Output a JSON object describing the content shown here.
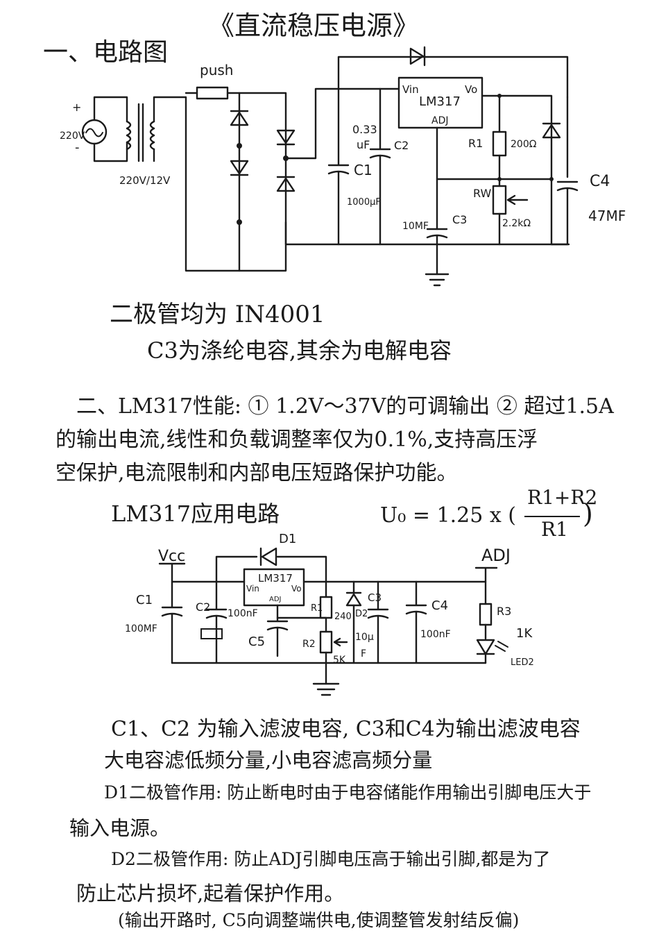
{
  "title": "《直流稳压电源》",
  "section1_heading": "一、电路图",
  "diagram1": {
    "push": "push",
    "plus": "+",
    "minus": "-",
    "source": "220V",
    "transformer": "220V/12V",
    "c2_value_a": "0.33",
    "c2_value_b": "uF",
    "c2": "C2",
    "c1": "C1",
    "c1_value": "1000μF",
    "vin": "Vin",
    "chip": "LM317",
    "vo": "Vo",
    "adj": "ADJ",
    "r1": "R1",
    "r1_value": "200Ω",
    "rw": "RW",
    "rw_value": "2.2kΩ",
    "c3_value": "10MF",
    "c3": "C3",
    "c4": "C4",
    "c4_value": "47MF"
  },
  "note1": "二极管均为 IN4001",
  "note2": "C3为涤纶电容,其余为电解电容",
  "section2_line1": "二、LM317性能: ① 1.2V～37V的可调输出 ② 超过1.5A",
  "section2_line2": "的输出电流,线性和负载调整率仅为0.1%,支持高压浮",
  "section2_line3": "空保护,电流限制和内部电压短路保护功能。",
  "app_heading": "LM317应用电路",
  "formula": {
    "lhs": "U₀ = 1.25 x (",
    "numerator": "R1+R2",
    "denominator": "R1",
    "rhs": ")"
  },
  "diagram2": {
    "vcc": "Vcc",
    "d1": "D1",
    "chip": "LM317",
    "vin": "Vin",
    "vo": "Vo",
    "adj_pin": "ADJ",
    "c1": "C1",
    "c1_value": "100MF",
    "c2": "C2",
    "c2_value": "100nF",
    "c5": "C5",
    "r1": "R1",
    "r1_value": "240",
    "r2": "R2",
    "r2_value": "5K",
    "d2": "D2",
    "c3": "C3",
    "c3_value_a": "10μ",
    "c3_value_b": "F",
    "c4": "C4",
    "c4_value": "100nF",
    "adj_label": "ADJ",
    "r3": "R3",
    "r3_value": "1K",
    "led": "LED2"
  },
  "para1": "C1、C2 为输入滤波电容, C3和C4为输出滤波电容",
  "para2": "大电容滤低频分量,小电容滤高频分量",
  "para3": "D1二极管作用: 防止断电时由于电容储能作用输出引脚电压大于",
  "para4": "输入电源。",
  "para5": "D2二极管作用: 防止ADJ引脚电压高于输出引脚,都是为了",
  "para6": "防止芯片损坏,起着保护作用。",
  "para7": "(输出开路时, C5向调整端供电,使调整管发射结反偏)"
}
